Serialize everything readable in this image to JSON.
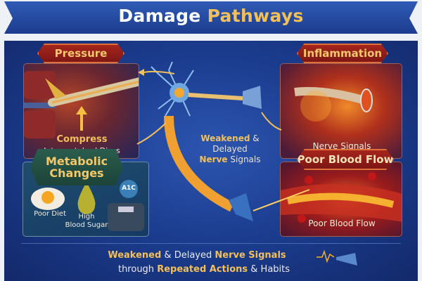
{
  "title": {
    "part1": "Damage Pathways",
    "word1": "Damage",
    "word2": "Pathways"
  },
  "panels": {
    "pressure": {
      "label": "Pressure",
      "caption_bold": "Compress",
      "caption": "Intervertebral Discs"
    },
    "inflammation": {
      "label": "Inflammation",
      "caption": "Nerve Signals"
    },
    "metabolic": {
      "label_line1": "Metabolic",
      "label_line2": "Changes",
      "item1": "Poor Diet",
      "item2_line1": "High",
      "item2_line2": "Blood Sugar",
      "badge": "A1C"
    },
    "blood_flow": {
      "label": "Poor Blood Flow",
      "caption": "Poor Blood Flow"
    }
  },
  "center": {
    "bold": "Weakened",
    "amp": " & Delayed",
    "line2_bold": "Nerve",
    "line2": " Signals"
  },
  "bottom": {
    "w1": "Weakened",
    "w2": " & Delayed ",
    "w3": "Nerve Signals",
    "w4": "through ",
    "w5": "Repeated Actions",
    "w6": " & Habits"
  },
  "colors": {
    "navy": "#1b3c8e",
    "gold": "#f2c05a",
    "red": "#a8261c",
    "teal": "#2a5d4e"
  }
}
